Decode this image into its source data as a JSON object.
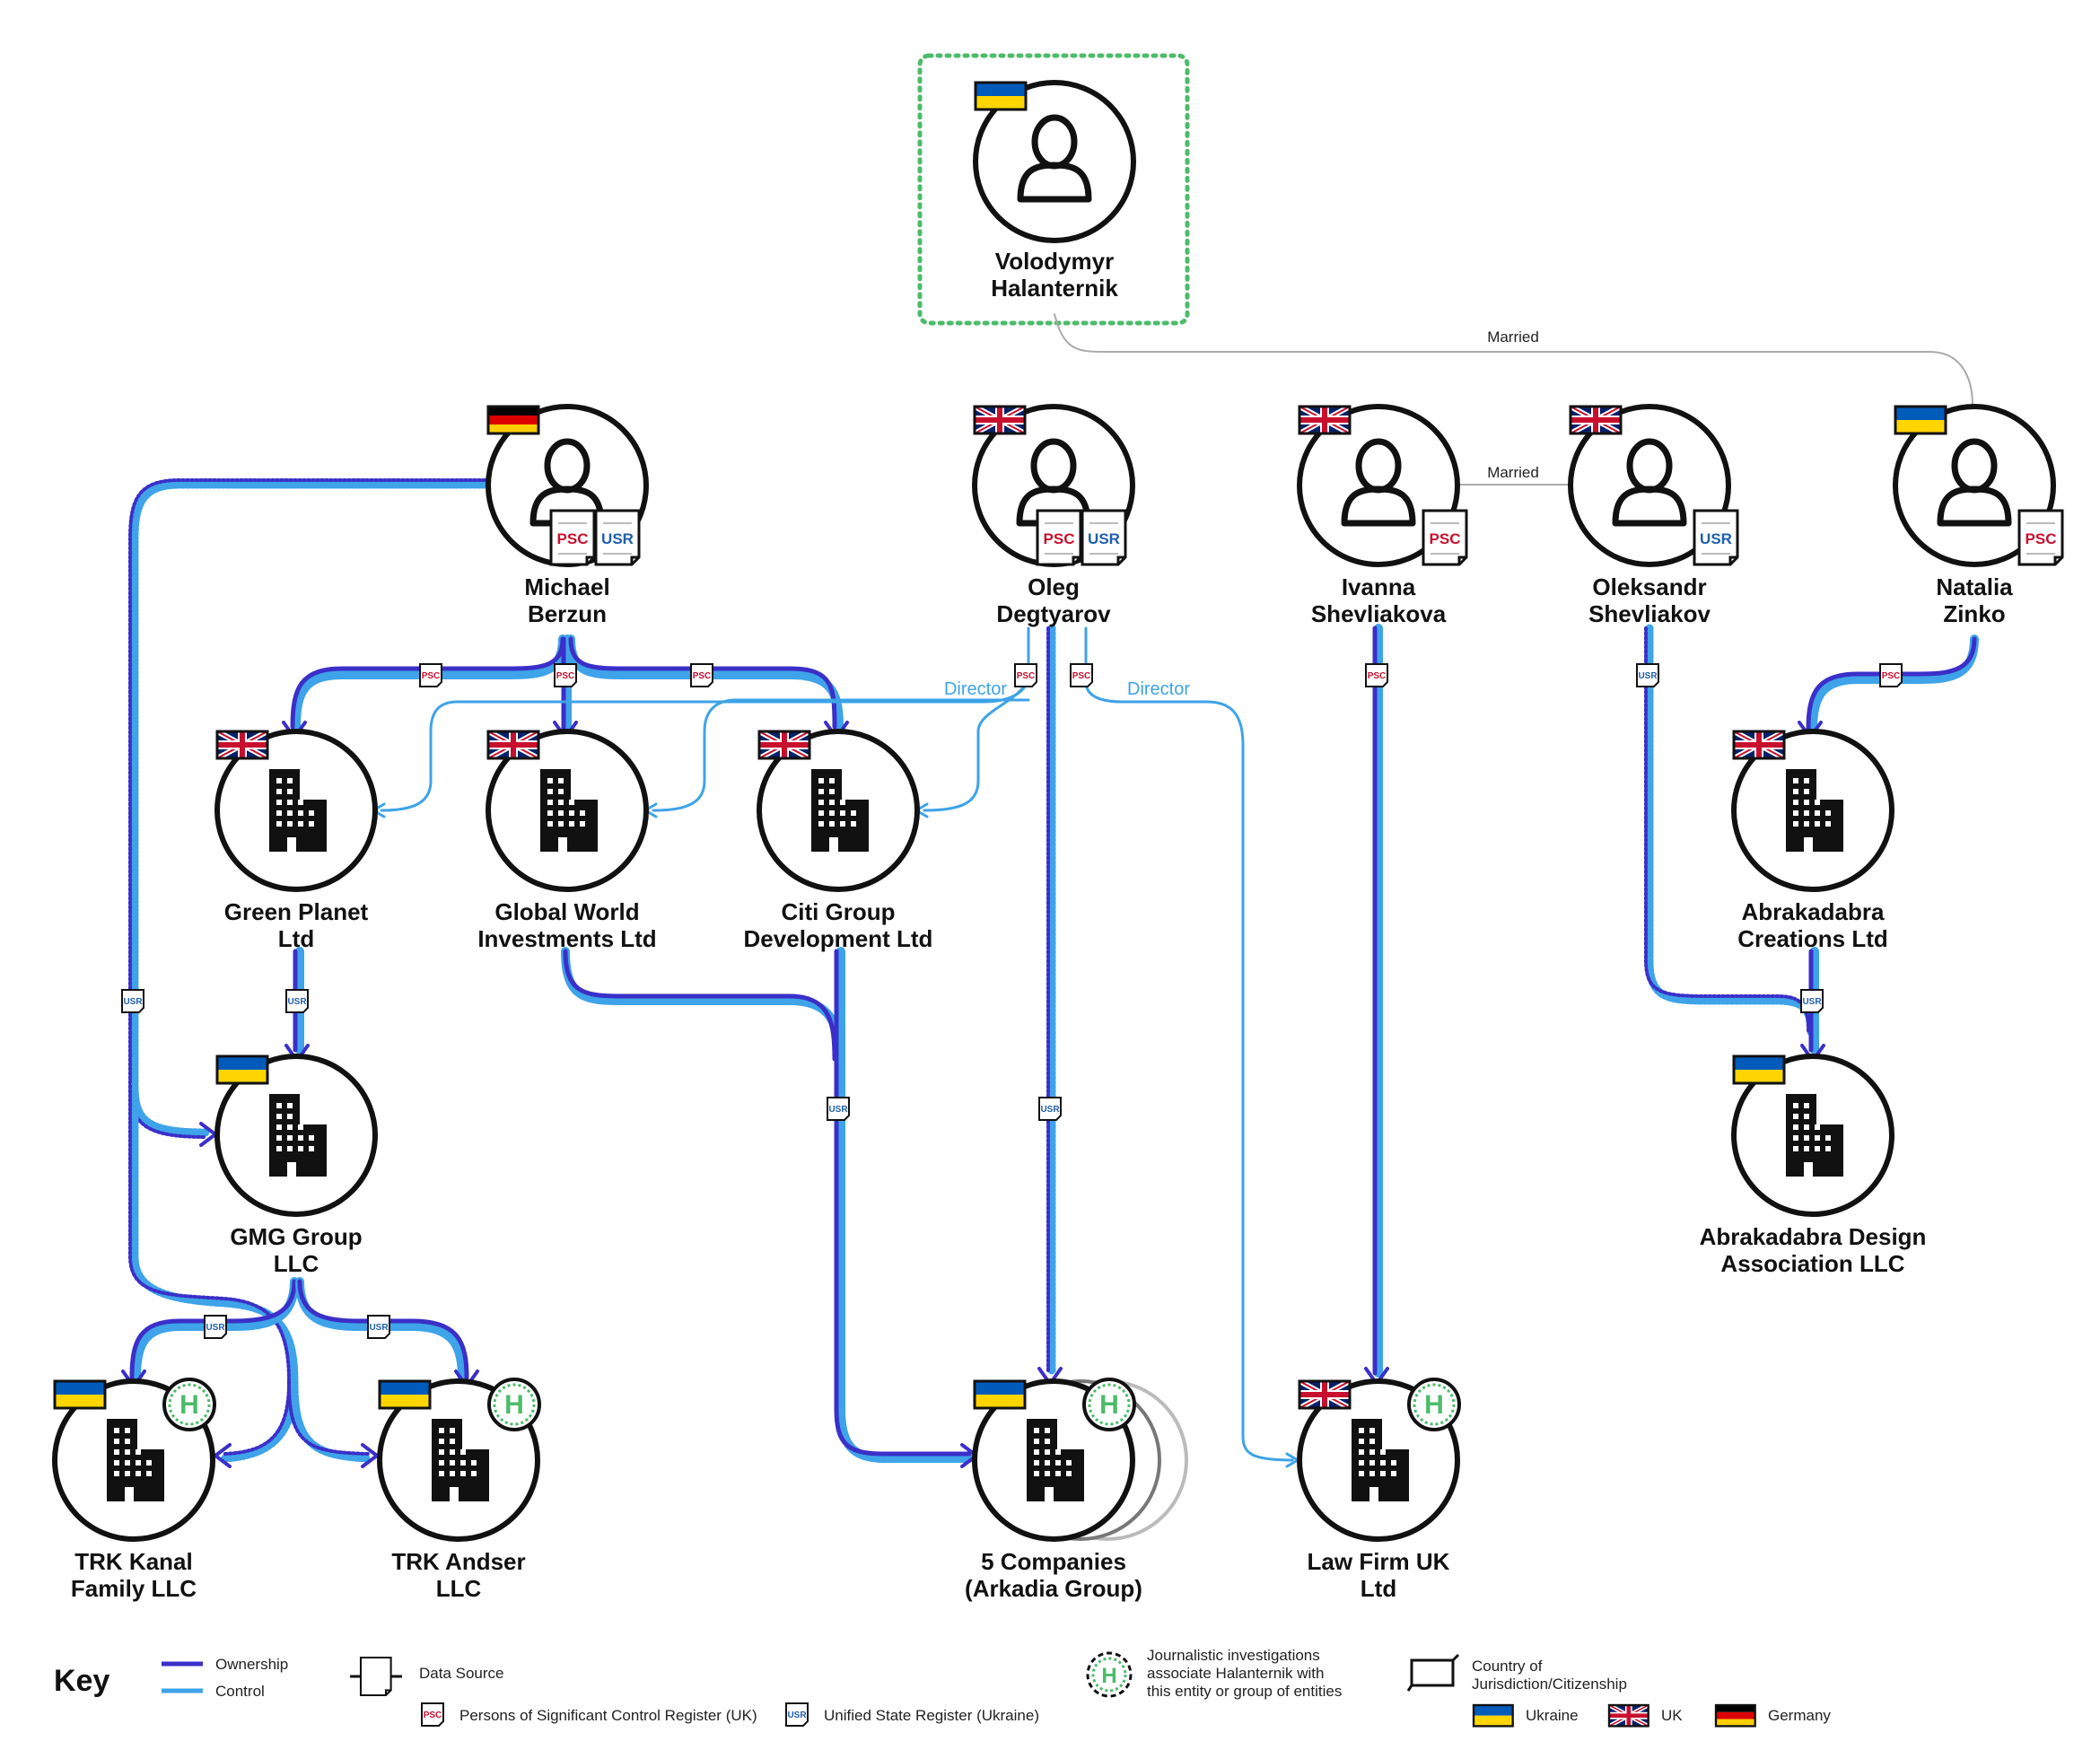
{
  "nodes": {
    "halanternik": {
      "line1": "Volodymyr",
      "line2": "Halanternik",
      "flag": "ua"
    },
    "berzun": {
      "line1": "Michael",
      "line2": "Berzun",
      "flag": "de",
      "sources": [
        "PSC",
        "USR"
      ]
    },
    "degtyarov": {
      "line1": "Oleg",
      "line2": "Degtyarov",
      "flag": "uk",
      "sources": [
        "PSC",
        "USR"
      ]
    },
    "ivanna": {
      "line1": "Ivanna",
      "line2": "Shevliakova",
      "flag": "uk",
      "sources": [
        "PSC"
      ]
    },
    "oleksandr": {
      "line1": "Oleksandr",
      "line2": "Shevliakov",
      "flag": "uk",
      "sources": [
        "USR"
      ]
    },
    "zinko": {
      "line1": "Natalia",
      "line2": "Zinko",
      "flag": "ua",
      "sources": [
        "PSC"
      ]
    },
    "green_planet": {
      "line1": "Green Planet",
      "line2": "Ltd",
      "flag": "uk"
    },
    "global_world": {
      "line1": "Global World",
      "line2": "Investments Ltd",
      "flag": "uk"
    },
    "citi_group": {
      "line1": "Citi Group",
      "line2": "Development Ltd",
      "flag": "uk"
    },
    "abrakadabra_creations": {
      "line1": "Abrakadabra",
      "line2": "Creations Ltd",
      "flag": "uk"
    },
    "gmg": {
      "line1": "GMG Group",
      "line2": "LLC",
      "flag": "ua"
    },
    "abrakadabra_design": {
      "line1": "Abrakadabra Design",
      "line2": "Association LLC",
      "flag": "ua"
    },
    "trk_kanal": {
      "line1": "TRK Kanal",
      "line2": "Family LLC",
      "flag": "ua",
      "h": "H"
    },
    "trk_andser": {
      "line1": "TRK Andser",
      "line2": "LLC",
      "flag": "ua",
      "h": "H"
    },
    "five_companies": {
      "line1": "5 Companies",
      "line2": "(Arkadia Group)",
      "flag": "ua",
      "h": "H"
    },
    "law_firm": {
      "line1": "Law Firm UK",
      "line2": "Ltd",
      "flag": "uk",
      "h": "H"
    }
  },
  "relations": {
    "married_1": "Married",
    "married_2": "Married",
    "director_1": "Director",
    "director_2": "Director"
  },
  "edge_badges": {
    "psc": "PSC",
    "usr": "USR"
  },
  "key": {
    "title": "Key",
    "ownership": "Ownership",
    "control": "Control",
    "data_source": "Data Source",
    "psc_desc": "Persons of Significant Control Register (UK)",
    "usr_desc": "Unified State Register (Ukraine)",
    "h_desc_1": "Journalistic investigations",
    "h_desc_2": "associate Halanternik with",
    "h_desc_3": "this entity or group of entities",
    "country_1": "Country of",
    "country_2": "Jurisdiction/Citizenship",
    "ukraine": "Ukraine",
    "uk": "UK",
    "germany": "Germany"
  },
  "colors": {
    "ownership": "#3b2fc9",
    "control": "#3ea3e8",
    "highlight_border": "#4cbb6a",
    "psc_red": "#c8102e",
    "usr_blue": "#1f5fae",
    "ua_blue": "#005bbb",
    "ua_yellow": "#ffd500"
  }
}
